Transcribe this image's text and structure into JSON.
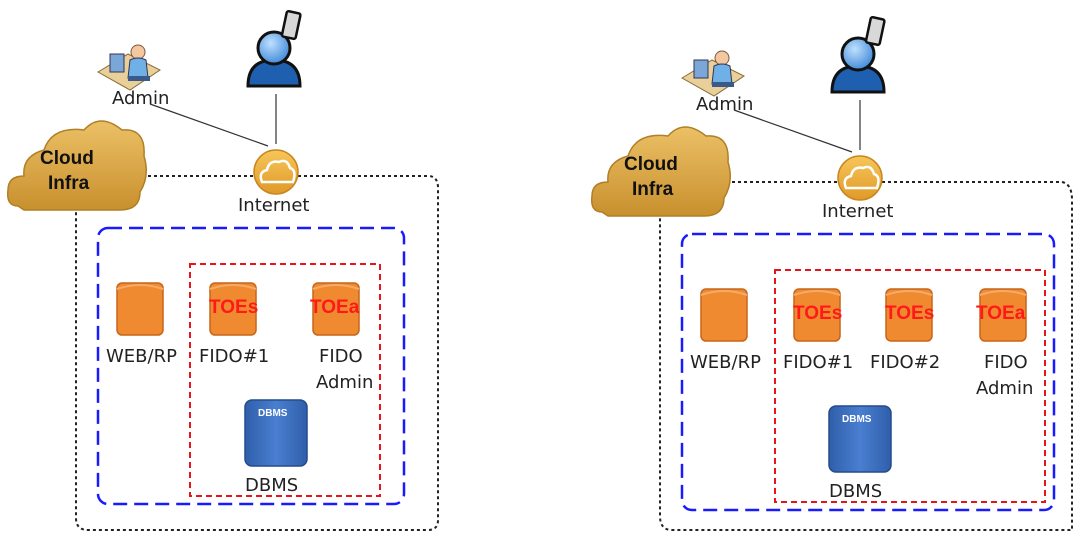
{
  "colors": {
    "server_orange": "#f08a30",
    "dbms_blue": "#3c6fbf",
    "cloud_gold": "#d9a441",
    "blue_dash": "#1a1aff",
    "red_dash": "#e8141b",
    "toe_text": "#ff1a1a"
  },
  "icons": [
    "admin-workstation-icon",
    "mobile-user-icon",
    "internet-cloud-icon",
    "cloud-infra-icon",
    "server-icon",
    "database-icon"
  ],
  "left": {
    "admin_label": "Admin",
    "cloud_line1": "Cloud",
    "cloud_line2": "Infra",
    "internet_label": "Internet",
    "web_label": "WEB/RP",
    "fido1_tag": "TOEs",
    "fido1_label": "FIDO#1",
    "admin_tag": "TOEa",
    "admin_label1": "FIDO",
    "admin_label2": "Admin",
    "dbms_tag": "DBMS",
    "dbms_label": "DBMS"
  },
  "right": {
    "admin_label": "Admin",
    "cloud_line1": "Cloud",
    "cloud_line2": "Infra",
    "internet_label": "Internet",
    "web_label": "WEB/RP",
    "fido1_tag": "TOEs",
    "fido1_label": "FIDO#1",
    "fido2_tag": "TOEs",
    "fido2_label": "FIDO#2",
    "admin_tag": "TOEa",
    "admin_label1": "FIDO",
    "admin_label2": "Admin",
    "dbms_tag": "DBMS",
    "dbms_label": "DBMS"
  }
}
